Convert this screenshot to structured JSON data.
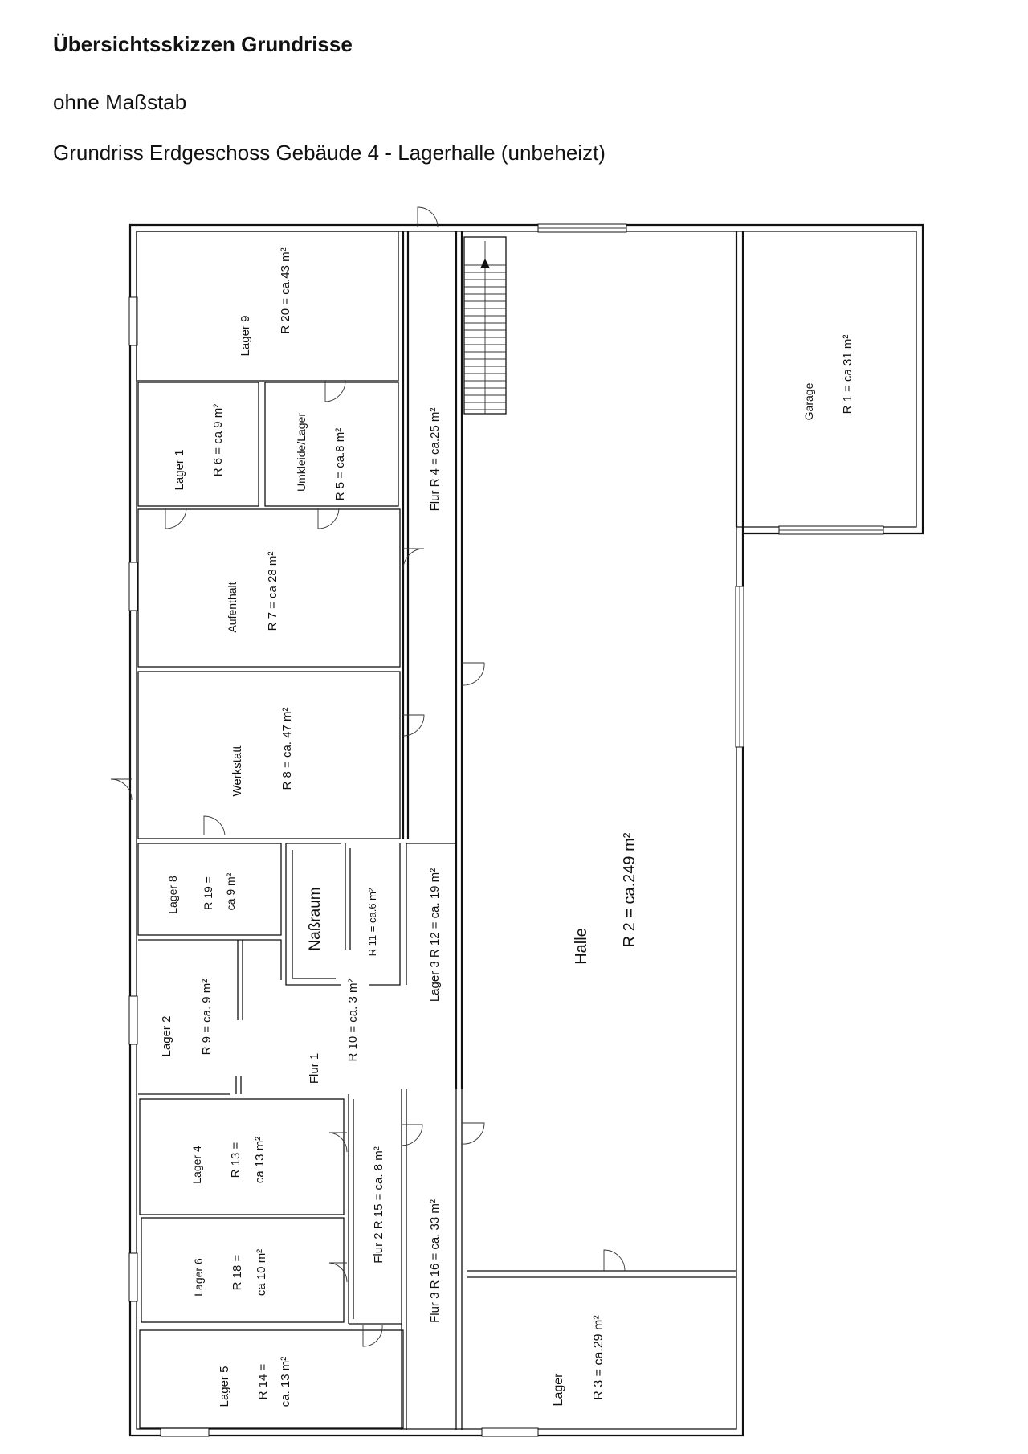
{
  "header": {
    "title": "Übersichtsskizzen Grundrisse",
    "scale_note": "ohne Maßstab",
    "plan_title": "Grundriss Erdgeschoss Gebäude 4 - Lagerhalle (unbeheizt)"
  },
  "rooms": [
    {
      "id": "lager9",
      "name": "Lager 9",
      "area": "R 20 = ca.43 m²"
    },
    {
      "id": "lager1",
      "name": "Lager 1",
      "area": "R 6 = ca 9 m²"
    },
    {
      "id": "umkleide",
      "name": "Umkleide/Lager",
      "area": "R 5 = ca.8 m²"
    },
    {
      "id": "flur4",
      "name": "Flur  R 4 = ca.25 m²",
      "area": ""
    },
    {
      "id": "aufenthalt",
      "name": "Aufenthalt",
      "area": "R 7 = ca 28 m²"
    },
    {
      "id": "werkstatt",
      "name": "Werkstatt",
      "area": "R 8 = ca. 47 m²"
    },
    {
      "id": "lager8",
      "name": "Lager 8",
      "area": "R 19 =",
      "area2": "ca 9 m²"
    },
    {
      "id": "nassraum",
      "name": "Naßraum",
      "area": ""
    },
    {
      "id": "r11",
      "name": "R 11 = ca.6 m²",
      "area": ""
    },
    {
      "id": "lager3",
      "name": "Lager 3  R 12 = ca. 19 m²",
      "area": ""
    },
    {
      "id": "lager2",
      "name": "Lager 2",
      "area": "R 9 = ca. 9 m²"
    },
    {
      "id": "flur1",
      "name": "Flur 1",
      "area": "R 10 = ca. 3 m²"
    },
    {
      "id": "lager4",
      "name": "Lager 4",
      "area": "R 13 =",
      "area2": "ca 13 m²"
    },
    {
      "id": "flur2",
      "name": "Flur 2  R 15 = ca. 8 m²",
      "area": ""
    },
    {
      "id": "flur3",
      "name": "Flur 3  R 16 = ca. 33 m²",
      "area": ""
    },
    {
      "id": "lager6",
      "name": "Lager 6",
      "area": "R 18 =",
      "area2": "ca 10 m²"
    },
    {
      "id": "lager5",
      "name": "Lager 5",
      "area": "R 14 =",
      "area2": "ca. 13 m²"
    },
    {
      "id": "halle",
      "name": "Halle",
      "area": "R 2 = ca.249 m²"
    },
    {
      "id": "lager",
      "name": "Lager",
      "area": "R 3 = ca.29 m²"
    },
    {
      "id": "garage",
      "name": "Garage",
      "area": "R 1 = ca 31 m²"
    }
  ]
}
